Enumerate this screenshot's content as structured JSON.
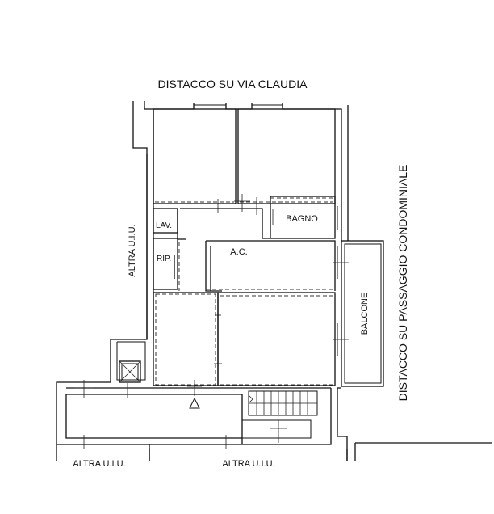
{
  "labels": {
    "top_street": "DISTACCO SU VIA CLAUDIA",
    "right_passage": "DISTACCO SU PASSAGGIO CONDOMINIALE",
    "left_neighbor": "ALTRA U.I.U.",
    "bottom_left_neighbor": "ALTRA U.I.U.",
    "bottom_right_neighbor": "ALTRA U.I.U.",
    "bathroom": "BAGNO",
    "laundry": "LAV.",
    "storage": "RIP.",
    "ac": "A.C.",
    "balcony": "BALCONE"
  }
}
